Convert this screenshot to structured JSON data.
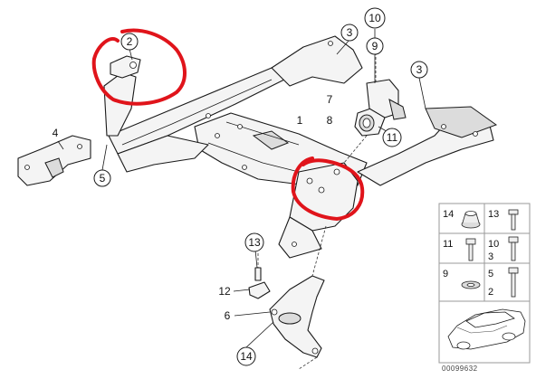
{
  "callouts": {
    "c1": "1",
    "c2": "2",
    "c3a": "3",
    "c3b": "3",
    "c4": "4",
    "c5": "5",
    "c6": "6",
    "c7": "7",
    "c8": "8",
    "c9": "9",
    "c10": "10",
    "c11": "11",
    "c12": "12",
    "c13": "13",
    "c14": "14"
  },
  "legend": {
    "r1_left": "14",
    "r1_right": "13",
    "r2_left": "11",
    "r2_right": "10",
    "r2_right_sub": "3",
    "r3_left": "9",
    "r3_right": "5",
    "r3_right_sub": "2"
  },
  "diagram_code": "00099632",
  "highlight_color": "#e0141b"
}
